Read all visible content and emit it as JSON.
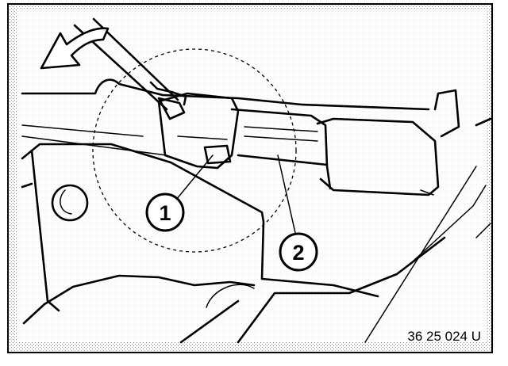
{
  "diagram": {
    "reference_code": "36 25 024 U",
    "callouts": [
      {
        "id": "1",
        "label": "1"
      },
      {
        "id": "2",
        "label": "2"
      }
    ],
    "colors": {
      "ink": "#000000",
      "paper": "#ffffff"
    },
    "icons": [
      "curved-arrow-icon",
      "screwdriver-icon"
    ]
  }
}
